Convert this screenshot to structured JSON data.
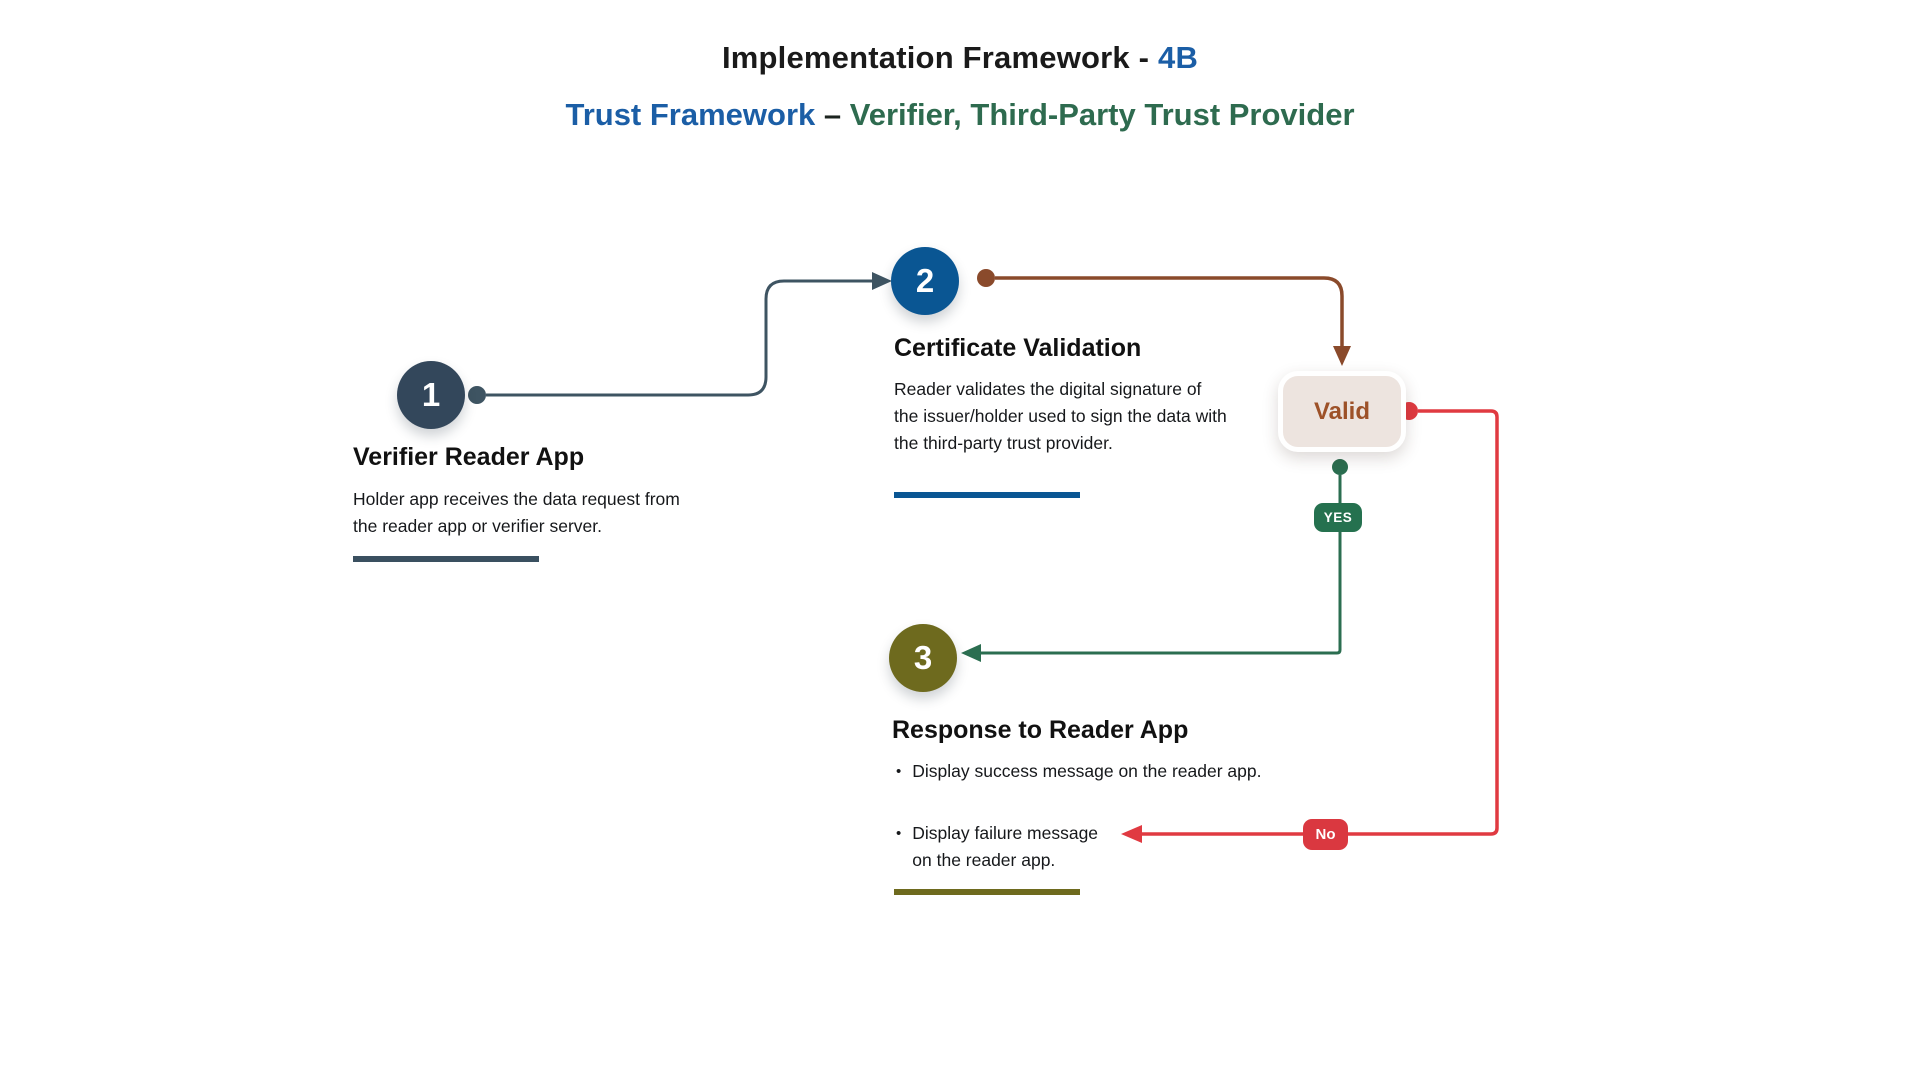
{
  "header": {
    "title_main": "Implementation Framework - ",
    "title_code": "4B",
    "subtitle_blue": "Trust Framework",
    "subtitle_dash": " – ",
    "subtitle_green": "Verifier, Third-Party Trust Provider"
  },
  "steps": [
    {
      "number": "1",
      "title": "Verifier Reader App",
      "description": "Holder app receives the data request from the reader app or verifier server."
    },
    {
      "number": "2",
      "title": "Certificate Validation",
      "description": "Reader validates the digital signature of the issuer/holder used to sign the data with the third-party trust provider."
    },
    {
      "number": "3",
      "title": "Response to Reader App",
      "bullets": [
        "Display success message on the reader app.",
        "Display failure message on the reader app."
      ],
      "bullet_glyph": "•"
    }
  ],
  "decision": {
    "label": "Valid",
    "yes_label": "YES",
    "no_label": "No"
  },
  "colors": {
    "accent_blue": "#1B5EA6",
    "accent_green": "#2E6B4F",
    "step1_slate": "#33475B",
    "step2_blue": "#0A5693",
    "step3_olive": "#6E6A1E",
    "connector_slate": "#3E5462",
    "connector_brown": "#8A4A2B",
    "connector_red": "#E03A41",
    "connector_green": "#2B6E50",
    "valid_bg": "#EDE4DF",
    "valid_text": "#9D5128",
    "yes_badge": "#25714F",
    "no_badge": "#DA3840"
  }
}
